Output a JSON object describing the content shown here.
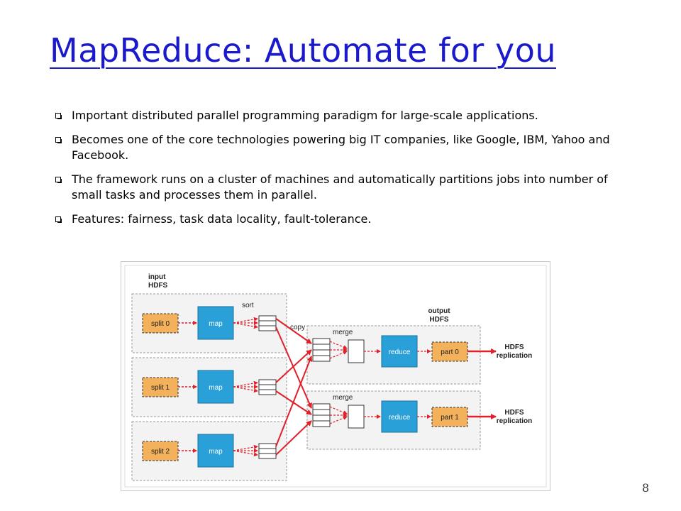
{
  "slide": {
    "title": "MapReduce: Automate for you",
    "bullets": [
      "Important distributed parallel programming paradigm for large-scale applications.",
      "Becomes one of the core technologies powering big IT companies, like Google, IBM, Yahoo and Facebook.",
      "The framework runs on a cluster of machines and automatically partitions jobs into number of small tasks and processes them in parallel.",
      "Features: fairness, task data locality, fault-tolerance."
    ],
    "page_number": "8"
  },
  "diagram": {
    "input_label_line1": "input",
    "input_label_line2": "HDFS",
    "output_label_line1": "output",
    "output_label_line2": "HDFS",
    "splits": [
      "split 0",
      "split 1",
      "split 2"
    ],
    "map_label": "map",
    "sort_label": "sort",
    "copy_label": "copy",
    "merge_label": "merge",
    "reduce_label": "reduce",
    "parts": [
      "part 0",
      "part 1"
    ],
    "hdfs_line1": "HDFS",
    "hdfs_line2": "replication",
    "colors": {
      "map_box": "#2aa0d8",
      "split_box": "#f2b15a",
      "arrow_red": "#e0202a",
      "dashed_border": "#999999",
      "title_blue": "#1a1acc"
    }
  }
}
